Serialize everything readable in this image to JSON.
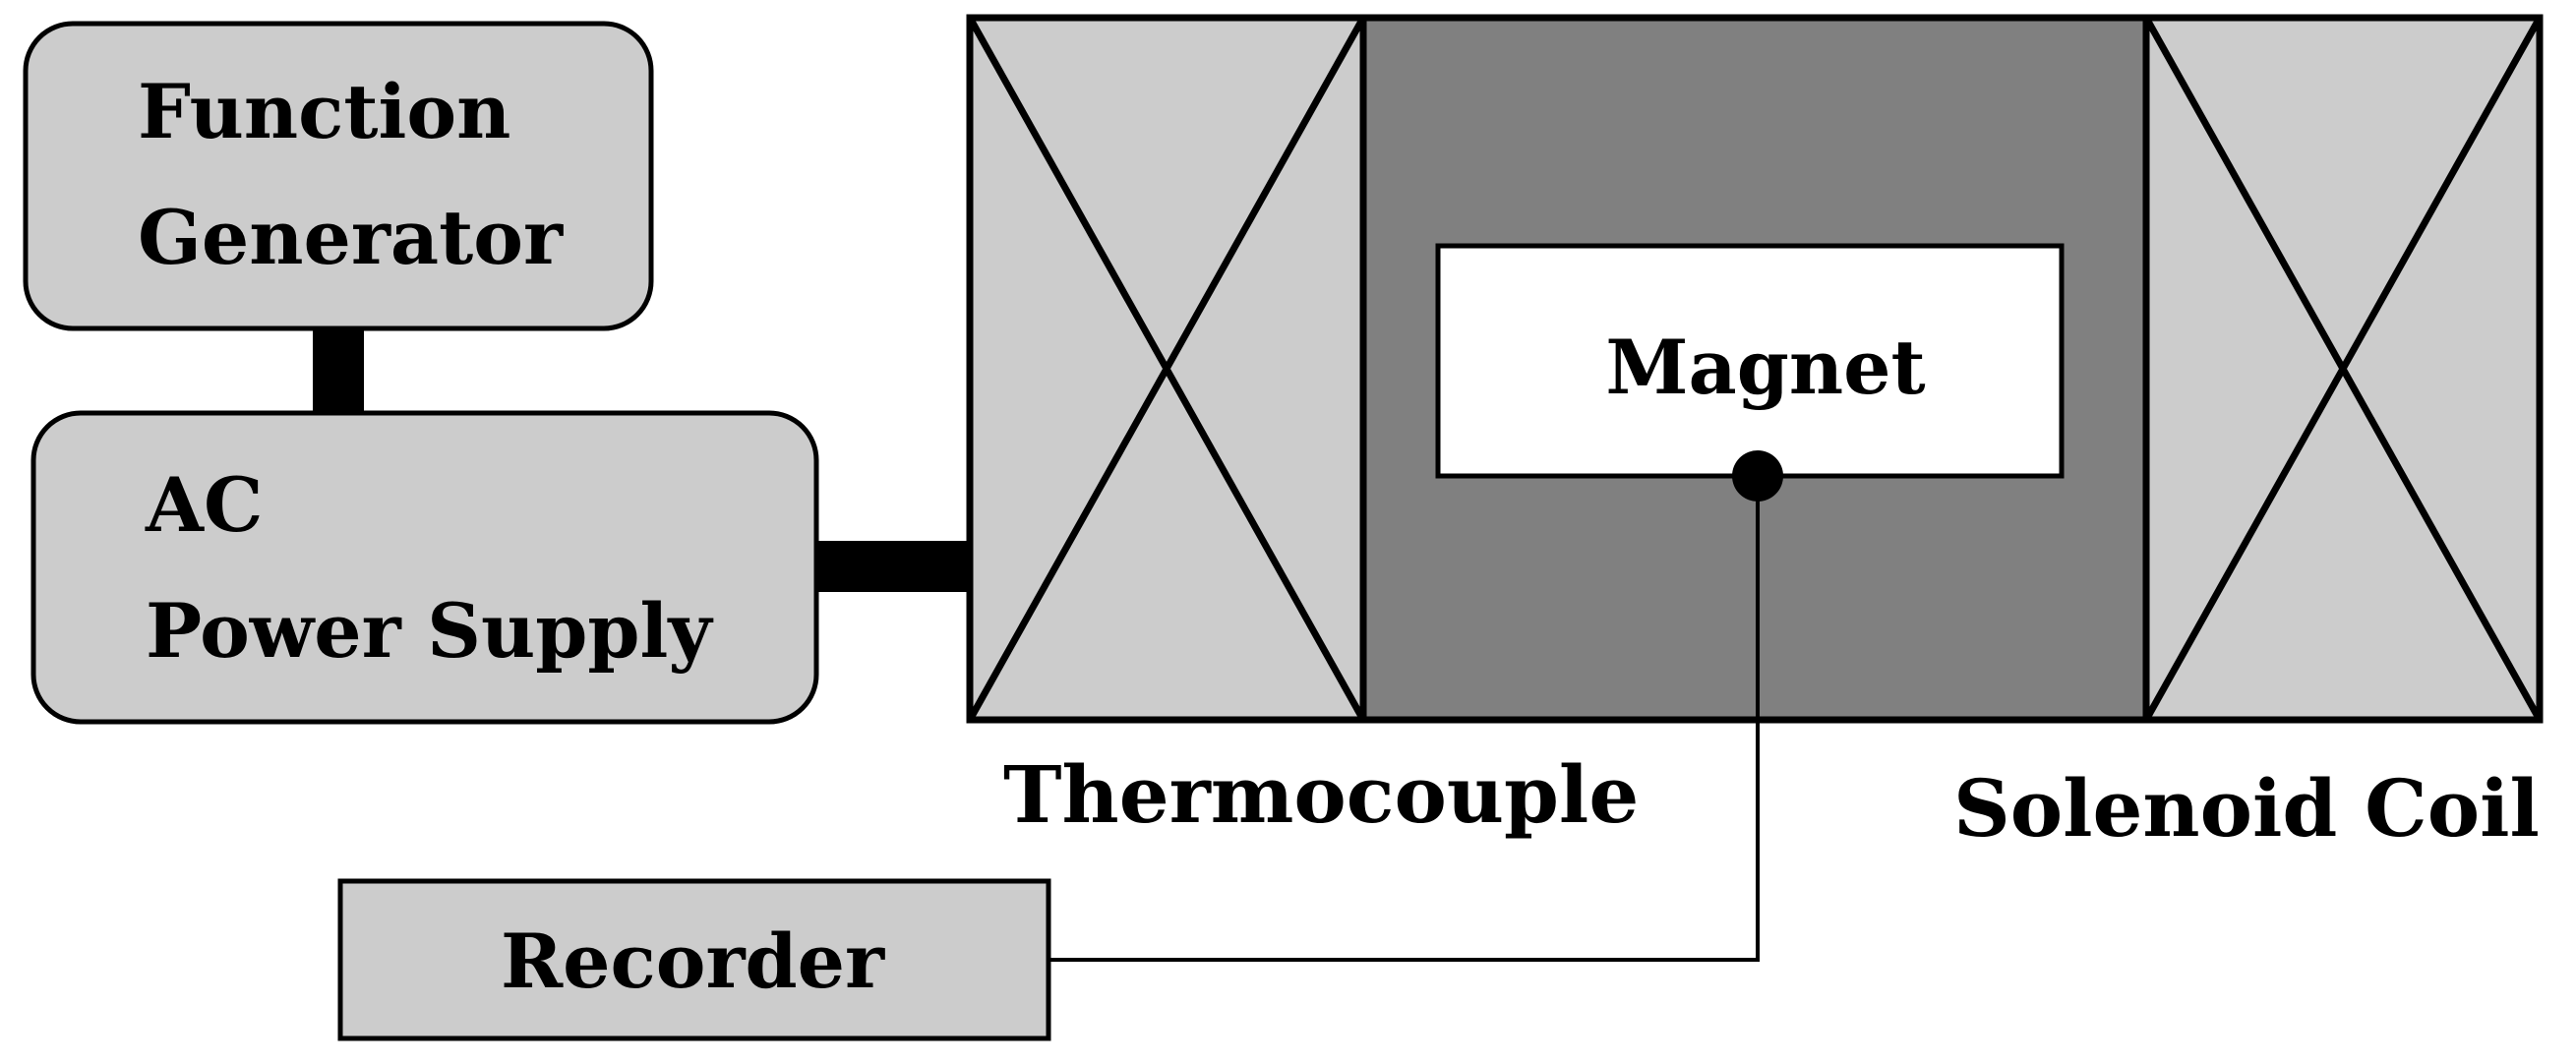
{
  "labels": {
    "function_generator_line1": "Function",
    "function_generator_line2": "Generator",
    "ac_power_line1": "AC",
    "ac_power_line2": "Power Supply",
    "magnet": "Magnet",
    "thermocouple": "Thermocouple",
    "solenoid_coil": "Solenoid Coil",
    "recorder": "Recorder"
  },
  "colors": {
    "light_gray": "#cccccc",
    "dark_gray": "#808080",
    "white": "#ffffff",
    "black": "#000000"
  }
}
